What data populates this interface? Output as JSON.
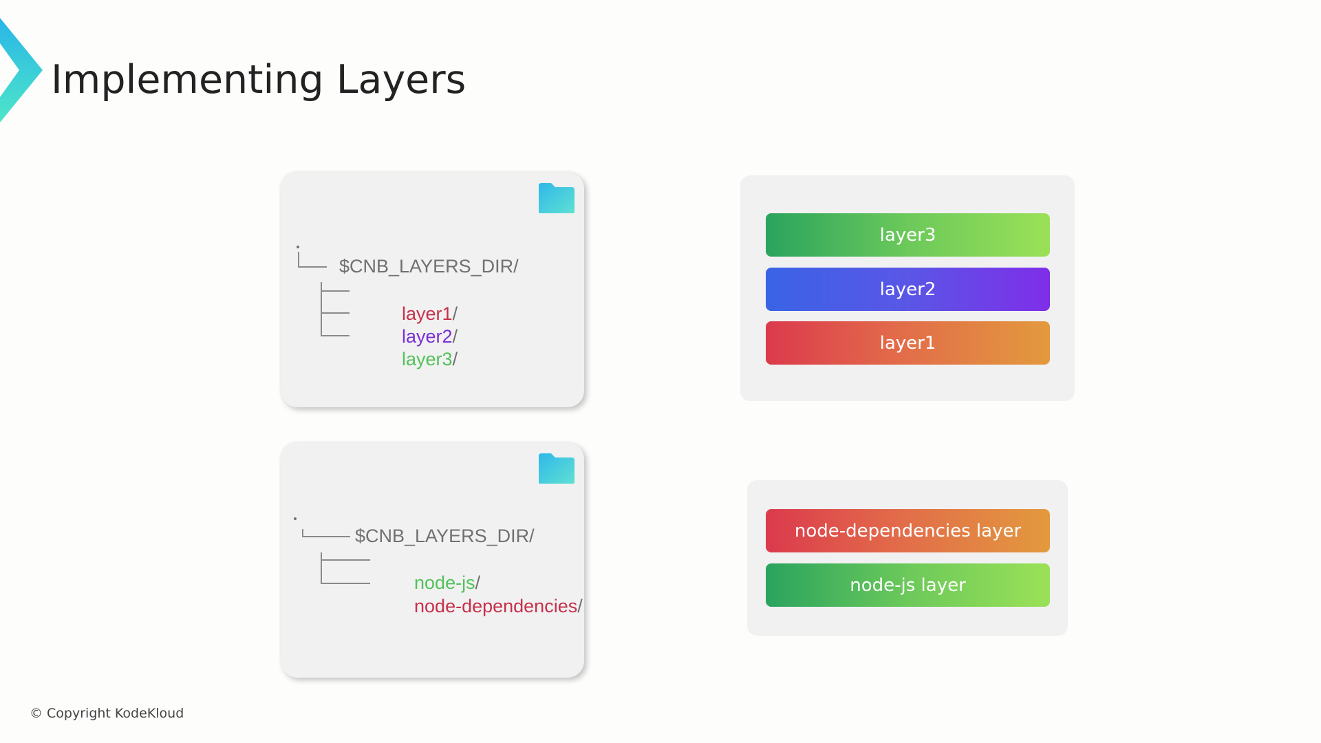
{
  "title": "Implementing Layers",
  "colors": {
    "accent_cyan": "#3fd9d0",
    "accent_blue": "#29b6e8",
    "red": "#c8304a",
    "purple": "#7a2fd6",
    "green": "#52c25a"
  },
  "icons": {
    "title_marker": "chevron-icon",
    "card_folder": "folder-icon"
  },
  "tree_top": {
    "root": ".",
    "dir": "$CNB_LAYERS_DIR/",
    "entries": [
      {
        "name": "layer1",
        "slash": "/"
      },
      {
        "name": "layer2",
        "slash": "/"
      },
      {
        "name": "layer3",
        "slash": "/"
      }
    ]
  },
  "tree_bottom": {
    "root": ".",
    "dir": "$CNB_LAYERS_DIR/",
    "entries": [
      {
        "name": "node-js",
        "slash": "/"
      },
      {
        "name": "node-dependencies",
        "slash": "/"
      }
    ]
  },
  "stack_top": [
    "layer3",
    "layer2",
    "layer1"
  ],
  "stack_bottom": [
    "node-dependencies layer",
    "node-js layer"
  ],
  "footer": {
    "copyright": "© Copyright KodeKloud"
  }
}
